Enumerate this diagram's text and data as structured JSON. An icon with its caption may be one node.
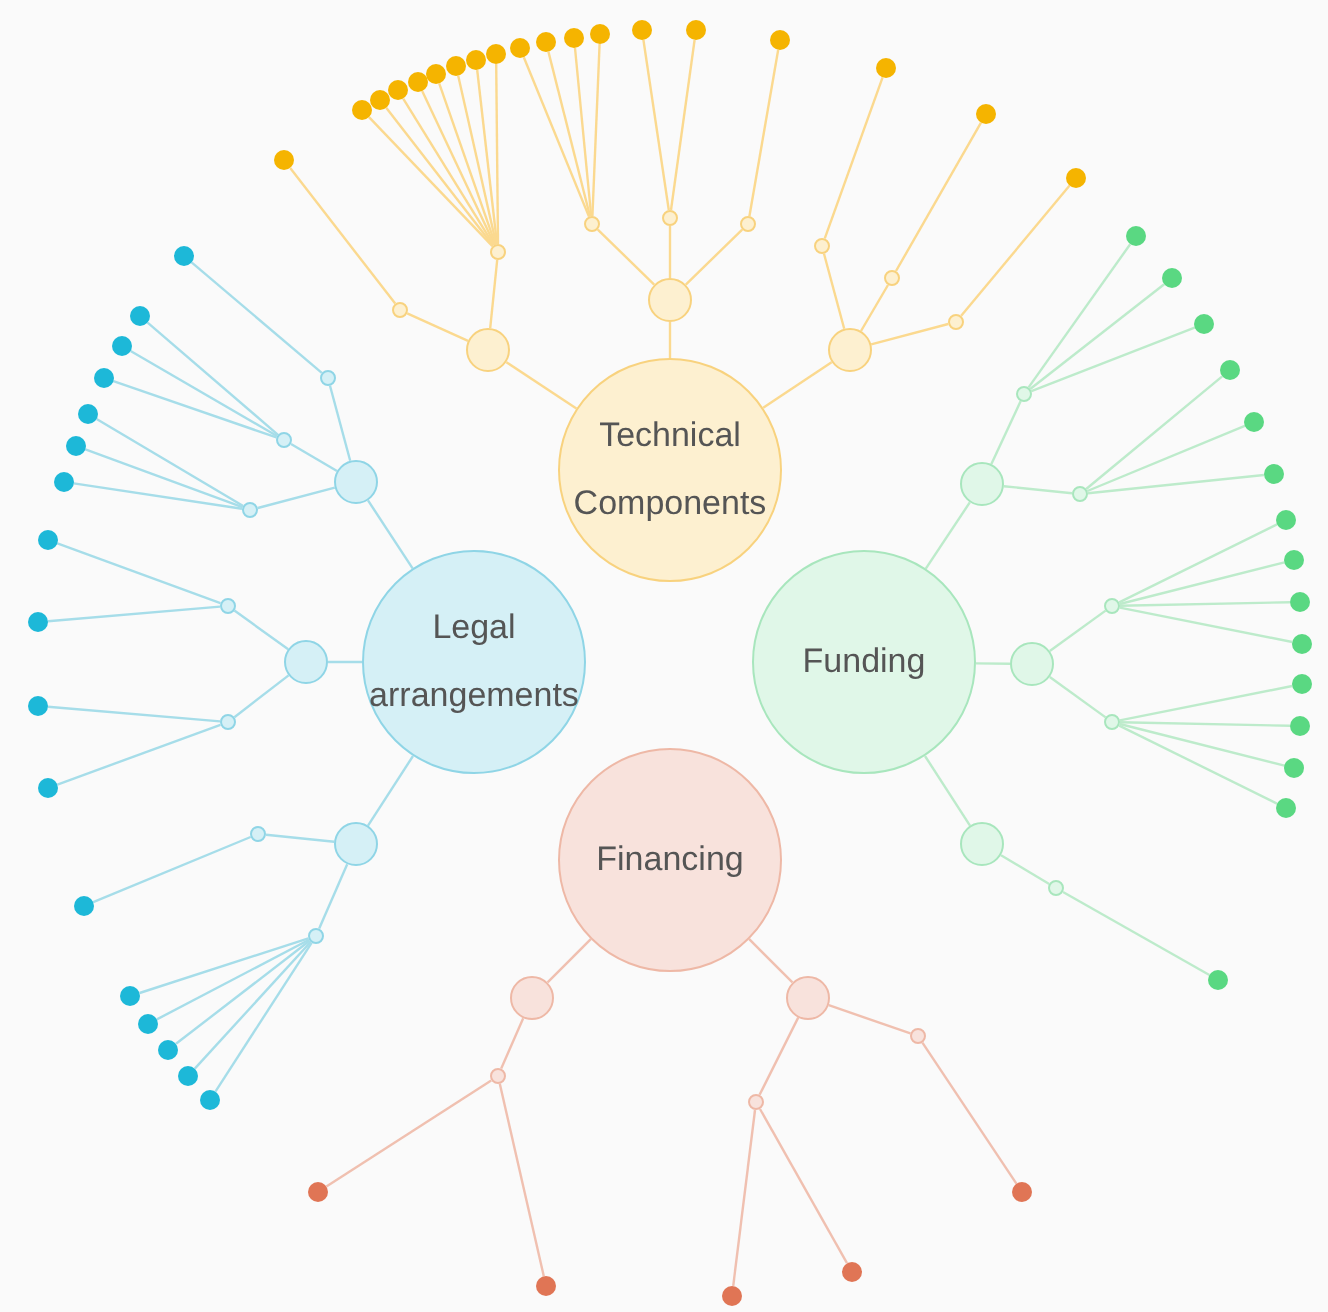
{
  "diagram": {
    "nodes": [
      {
        "text": [
          "Technical Components"
        ]
      },
      {
        "text": [],
        "shape": "circle"
      },
      {
        "text": [],
        "shape": "circle"
      },
      {
        "text": [],
        "shape": "circle"
      },
      {
        "text": [],
        "shape": "circle"
      },
      {
        "text": [],
        "shape": "circle"
      },
      {
        "text": [],
        "shape": "circle"
      },
      {
        "text": [],
        "shape": "circle"
      },
      {
        "text": [],
        "shape": "circle"
      },
      {
        "text": [],
        "shape": "circle"
      },
      {
        "text": [],
        "shape": "circle"
      },
      {
        "text": [],
        "shape": "circle"
      },
      {
        "text": [],
        "shape": "circle"
      },
      {
        "text": [],
        "shape": "circle"
      },
      {
        "text": [],
        "shape": "circle"
      },
      {
        "text": [],
        "shape": "circle"
      },
      {
        "text": [],
        "shape": "circle"
      },
      {
        "text": [],
        "shape": "circle"
      },
      {
        "text": [],
        "shape": "circle"
      },
      {
        "text": [],
        "shape": "circle"
      },
      {
        "text": [],
        "shape": "circle"
      },
      {
        "text": [],
        "shape": "circle"
      },
      {
        "text": [],
        "shape": "circle"
      },
      {
        "text": [],
        "shape": "circle"
      },
      {
        "text": [],
        "shape": "circle"
      },
      {
        "text": [],
        "shape": "circle"
      },
      {
        "text": [],
        "shape": "circle"
      },
      {
        "text": [],
        "shape": "circle"
      },
      {
        "text": [],
        "shape": "circle"
      },
      {
        "text": [],
        "shape": "circle"
      },
      {
        "text": [],
        "shape": "circle"
      },
      {
        "text": [
          "Legal arrangements"
        ]
      },
      {
        "text": [],
        "shape": "circle"
      },
      {
        "text": [],
        "shape": "circle"
      },
      {
        "text": [],
        "shape": "circle"
      },
      {
        "text": [],
        "shape": "circle"
      },
      {
        "text": [],
        "shape": "circle"
      },
      {
        "text": [],
        "shape": "circle"
      },
      {
        "text": [],
        "shape": "circle"
      },
      {
        "text": [],
        "shape": "circle"
      },
      {
        "text": [],
        "shape": "circle"
      },
      {
        "text": [],
        "shape": "circle"
      },
      {
        "text": [],
        "shape": "circle"
      },
      {
        "text": [],
        "shape": "circle"
      },
      {
        "text": [],
        "shape": "circle"
      },
      {
        "text": [],
        "shape": "circle"
      },
      {
        "text": [],
        "shape": "circle"
      },
      {
        "text": [],
        "shape": "circle"
      },
      {
        "text": [],
        "shape": "circle"
      },
      {
        "text": [],
        "shape": "circle"
      },
      {
        "text": [],
        "shape": "circle"
      },
      {
        "text": [],
        "shape": "circle"
      },
      {
        "text": [],
        "shape": "circle"
      },
      {
        "text": [],
        "shape": "circle"
      },
      {
        "text": [],
        "shape": "circle"
      },
      {
        "text": [],
        "shape": "circle"
      },
      {
        "text": [],
        "shape": "circle"
      },
      {
        "text": [],
        "shape": "circle"
      },
      {
        "text": [],
        "shape": "circle"
      },
      {
        "text": [
          "Funding"
        ]
      },
      {
        "text": [],
        "shape": "circle"
      },
      {
        "text": [],
        "shape": "circle"
      },
      {
        "text": [],
        "shape": "circle"
      },
      {
        "text": [],
        "shape": "circle"
      },
      {
        "text": [],
        "shape": "circle"
      },
      {
        "text": [],
        "shape": "circle"
      },
      {
        "text": [],
        "shape": "circle"
      },
      {
        "text": [],
        "shape": "circle"
      },
      {
        "text": [],
        "shape": "circle"
      },
      {
        "text": [],
        "shape": "circle"
      },
      {
        "text": [],
        "shape": "circle"
      },
      {
        "text": [],
        "shape": "circle"
      },
      {
        "text": [],
        "shape": "circle"
      },
      {
        "text": [],
        "shape": "circle"
      },
      {
        "text": [],
        "shape": "circle"
      },
      {
        "text": [],
        "shape": "circle"
      },
      {
        "text": [],
        "shape": "circle"
      },
      {
        "text": [],
        "shape": "circle"
      },
      {
        "text": [],
        "shape": "circle"
      },
      {
        "text": [],
        "shape": "circle"
      },
      {
        "text": [],
        "shape": "circle"
      },
      {
        "text": [],
        "shape": "circle"
      },
      {
        "text": [],
        "shape": "circle"
      },
      {
        "text": [
          "Financing"
        ]
      },
      {
        "text": [],
        "shape": "circle"
      },
      {
        "text": [],
        "shape": "circle"
      },
      {
        "text": [],
        "shape": "circle"
      },
      {
        "text": [],
        "shape": "circle"
      },
      {
        "text": [],
        "shape": "circle"
      },
      {
        "text": [],
        "shape": "circle"
      },
      {
        "text": [],
        "shape": "circle"
      },
      {
        "text": [],
        "shape": "circle"
      },
      {
        "text": [],
        "shape": "circle"
      },
      {
        "text": [],
        "shape": "circle"
      }
    ],
    "edges": [
      {
        "from": 0,
        "to": 1,
        "arrow": "none"
      },
      {
        "from": 1,
        "to": 2,
        "arrow": "none"
      },
      {
        "from": 2,
        "to": 3,
        "arrow": "none"
      },
      {
        "from": 1,
        "to": 4,
        "arrow": "none"
      },
      {
        "from": 4,
        "to": 5,
        "arrow": "none"
      },
      {
        "from": 4,
        "to": 6,
        "arrow": "none"
      },
      {
        "from": 4,
        "to": 7,
        "arrow": "none"
      },
      {
        "from": 4,
        "to": 8,
        "arrow": "none"
      },
      {
        "from": 4,
        "to": 9,
        "arrow": "none"
      },
      {
        "from": 4,
        "to": 10,
        "arrow": "none"
      },
      {
        "from": 4,
        "to": 11,
        "arrow": "none"
      },
      {
        "from": 4,
        "to": 12,
        "arrow": "none"
      },
      {
        "from": 0,
        "to": 13,
        "arrow": "none"
      },
      {
        "from": 13,
        "to": 14,
        "arrow": "none"
      },
      {
        "from": 14,
        "to": 15,
        "arrow": "none"
      },
      {
        "from": 14,
        "to": 16,
        "arrow": "none"
      },
      {
        "from": 14,
        "to": 17,
        "arrow": "none"
      },
      {
        "from": 14,
        "to": 18,
        "arrow": "none"
      },
      {
        "from": 13,
        "to": 19,
        "arrow": "none"
      },
      {
        "from": 19,
        "to": 20,
        "arrow": "none"
      },
      {
        "from": 19,
        "to": 21,
        "arrow": "none"
      },
      {
        "from": 13,
        "to": 22,
        "arrow": "none"
      },
      {
        "from": 22,
        "to": 23,
        "arrow": "none"
      },
      {
        "from": 0,
        "to": 24,
        "arrow": "none"
      },
      {
        "from": 24,
        "to": 25,
        "arrow": "none"
      },
      {
        "from": 25,
        "to": 26,
        "arrow": "none"
      },
      {
        "from": 24,
        "to": 27,
        "arrow": "none"
      },
      {
        "from": 27,
        "to": 28,
        "arrow": "none"
      },
      {
        "from": 24,
        "to": 29,
        "arrow": "none"
      },
      {
        "from": 29,
        "to": 30,
        "arrow": "none"
      },
      {
        "from": 31,
        "to": 32,
        "arrow": "none"
      },
      {
        "from": 32,
        "to": 33,
        "arrow": "none"
      },
      {
        "from": 33,
        "to": 34,
        "arrow": "none"
      },
      {
        "from": 32,
        "to": 35,
        "arrow": "none"
      },
      {
        "from": 35,
        "to": 36,
        "arrow": "none"
      },
      {
        "from": 35,
        "to": 37,
        "arrow": "none"
      },
      {
        "from": 35,
        "to": 38,
        "arrow": "none"
      },
      {
        "from": 32,
        "to": 39,
        "arrow": "none"
      },
      {
        "from": 39,
        "to": 40,
        "arrow": "none"
      },
      {
        "from": 39,
        "to": 41,
        "arrow": "none"
      },
      {
        "from": 39,
        "to": 42,
        "arrow": "none"
      },
      {
        "from": 31,
        "to": 43,
        "arrow": "none"
      },
      {
        "from": 43,
        "to": 44,
        "arrow": "none"
      },
      {
        "from": 44,
        "to": 45,
        "arrow": "none"
      },
      {
        "from": 44,
        "to": 46,
        "arrow": "none"
      },
      {
        "from": 43,
        "to": 47,
        "arrow": "none"
      },
      {
        "from": 47,
        "to": 48,
        "arrow": "none"
      },
      {
        "from": 47,
        "to": 49,
        "arrow": "none"
      },
      {
        "from": 31,
        "to": 50,
        "arrow": "none"
      },
      {
        "from": 50,
        "to": 51,
        "arrow": "none"
      },
      {
        "from": 51,
        "to": 52,
        "arrow": "none"
      },
      {
        "from": 50,
        "to": 53,
        "arrow": "none"
      },
      {
        "from": 53,
        "to": 54,
        "arrow": "none"
      },
      {
        "from": 53,
        "to": 55,
        "arrow": "none"
      },
      {
        "from": 53,
        "to": 56,
        "arrow": "none"
      },
      {
        "from": 53,
        "to": 57,
        "arrow": "none"
      },
      {
        "from": 53,
        "to": 58,
        "arrow": "none"
      },
      {
        "from": 59,
        "to": 60,
        "arrow": "none"
      },
      {
        "from": 60,
        "to": 61,
        "arrow": "none"
      },
      {
        "from": 61,
        "to": 62,
        "arrow": "none"
      },
      {
        "from": 61,
        "to": 63,
        "arrow": "none"
      },
      {
        "from": 61,
        "to": 64,
        "arrow": "none"
      },
      {
        "from": 60,
        "to": 65,
        "arrow": "none"
      },
      {
        "from": 65,
        "to": 66,
        "arrow": "none"
      },
      {
        "from": 65,
        "to": 67,
        "arrow": "none"
      },
      {
        "from": 65,
        "to": 68,
        "arrow": "none"
      },
      {
        "from": 59,
        "to": 69,
        "arrow": "none"
      },
      {
        "from": 69,
        "to": 70,
        "arrow": "none"
      },
      {
        "from": 70,
        "to": 71,
        "arrow": "none"
      },
      {
        "from": 70,
        "to": 72,
        "arrow": "none"
      },
      {
        "from": 70,
        "to": 73,
        "arrow": "none"
      },
      {
        "from": 70,
        "to": 74,
        "arrow": "none"
      },
      {
        "from": 69,
        "to": 75,
        "arrow": "none"
      },
      {
        "from": 75,
        "to": 76,
        "arrow": "none"
      },
      {
        "from": 75,
        "to": 77,
        "arrow": "none"
      },
      {
        "from": 75,
        "to": 78,
        "arrow": "none"
      },
      {
        "from": 75,
        "to": 79,
        "arrow": "none"
      },
      {
        "from": 59,
        "to": 80,
        "arrow": "none"
      },
      {
        "from": 80,
        "to": 81,
        "arrow": "none"
      },
      {
        "from": 81,
        "to": 82,
        "arrow": "none"
      },
      {
        "from": 83,
        "to": 84,
        "arrow": "none"
      },
      {
        "from": 84,
        "to": 85,
        "arrow": "none"
      },
      {
        "from": 85,
        "to": 86,
        "arrow": "none"
      },
      {
        "from": 85,
        "to": 87,
        "arrow": "none"
      },
      {
        "from": 83,
        "to": 88,
        "arrow": "none"
      },
      {
        "from": 88,
        "to": 89,
        "arrow": "none"
      },
      {
        "from": 89,
        "to": 90,
        "arrow": "none"
      },
      {
        "from": 89,
        "to": 91,
        "arrow": "none"
      },
      {
        "from": 88,
        "to": 92,
        "arrow": "none"
      },
      {
        "from": 92,
        "to": 93,
        "arrow": "none"
      }
    ]
  }
}
